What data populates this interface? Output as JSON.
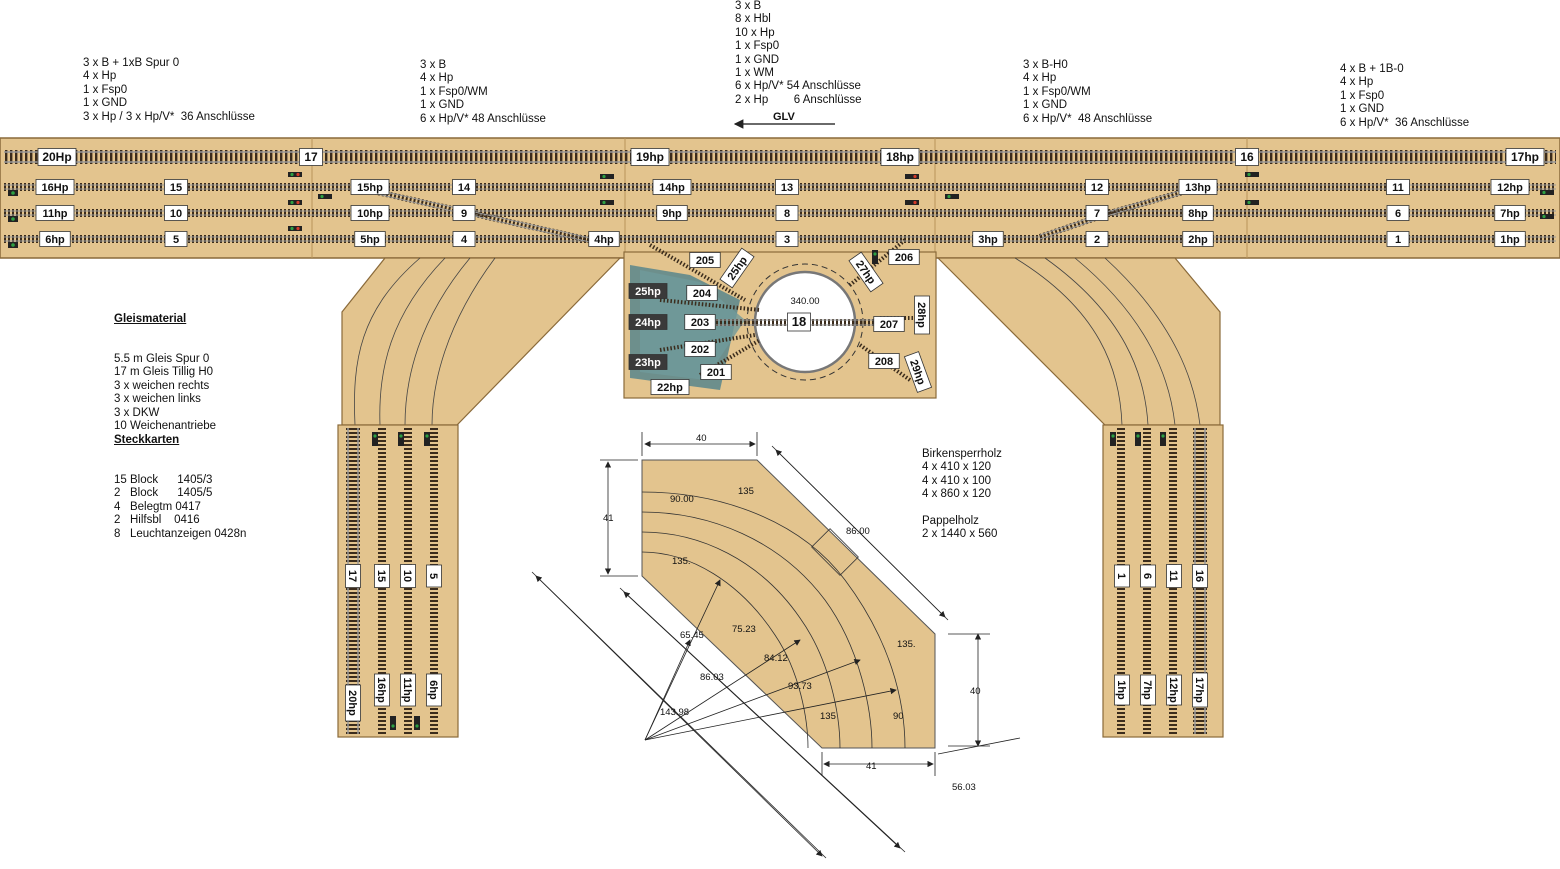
{
  "colors": {
    "board": "#e3c48e",
    "board_edge": "#8a6a3a",
    "plank_line": "#c9a772",
    "track_sleeper": "#3b2c1c",
    "track_rail": "#9a9a9a",
    "fiddle_green": "#5f8a8c",
    "label_bg": "#ffffff",
    "signal_green": "#2ea043",
    "signal_red": "#d43a2a",
    "dim_line": "#222222"
  },
  "module_notes": [
    {
      "id": "m1",
      "lines": [
        "3 x B + 1xB Spur 0",
        "4 x Hp",
        "1 x Fsp0",
        "1 x GND",
        "3 x Hp / 3 x Hp/V*  36 Anschlüsse"
      ]
    },
    {
      "id": "m2",
      "lines": [
        "3 x B",
        "4 x Hp",
        "1 x Fsp0/WM",
        "1 x GND",
        "6 x Hp/V* 48 Anschlüsse"
      ]
    },
    {
      "id": "m3",
      "lines": [
        "3 x B",
        "8 x Hbl",
        "10 x Hp",
        "1 x Fsp0",
        "1 x GND",
        "1 x WM",
        "6 x Hp/V* 54 Anschlüsse",
        "2 x Hp        6 Anschlüsse"
      ]
    },
    {
      "id": "m4",
      "lines": [
        "3 x B-H0",
        "4 x Hp",
        "1 x Fsp0/WM",
        "1 x GND",
        "6 x Hp/V*  48 Anschlüsse"
      ]
    },
    {
      "id": "m5",
      "lines": [
        "4 x B + 1B-0",
        "4 x Hp",
        "1 x Fsp0",
        "1 x GND",
        "6 x Hp/V*  36 Anschlüsse"
      ]
    }
  ],
  "direction_label": "GLV",
  "gleismaterial": {
    "title": "Gleismaterial",
    "lines": [
      "5.5 m Gleis Spur 0",
      "17 m Gleis Tillig H0",
      "3 x weichen rechts",
      "3 x weichen links",
      "3 x DKW",
      "10 Weichenantriebe"
    ]
  },
  "steckkarten": {
    "title": "Steckkarten",
    "lines": [
      "15 Block      1405/3",
      "2   Block      1405/5",
      "4   Belegtm 0417",
      "2   Hilfsbl    0416",
      "8   Leuchtanzeigen 0428n"
    ]
  },
  "wood": {
    "lines": [
      "Birkensperrholz",
      "4 x 410 x 120",
      "4 x 410 x 100",
      "4 x 860 x 120",
      "",
      "Pappelholz",
      "2 x 1440 x 560"
    ]
  },
  "track_labels": {
    "top_row": [
      "20Hp",
      "17",
      "19hp",
      "18hp",
      "16",
      "17hp"
    ],
    "row1": [
      "16Hp",
      "15",
      "15hp",
      "14",
      "14hp",
      "13",
      "12",
      "13hp",
      "11",
      "12hp"
    ],
    "row2": [
      "11hp",
      "10",
      "10hp",
      "9",
      "9hp",
      "8",
      "7",
      "8hp",
      "6",
      "7hp"
    ],
    "row3": [
      "6hp",
      "5",
      "5hp",
      "4",
      "4hp",
      "3",
      "3hp",
      "2",
      "2hp",
      "1",
      "1hp"
    ],
    "turntable": [
      "205",
      "25hp",
      "27hp",
      "206",
      "25hp",
      "204",
      "24hp",
      "203",
      "18",
      "207",
      "28hp",
      "202",
      "23hp",
      "201",
      "22hp",
      "208",
      "29hp",
      "340.00"
    ],
    "left_stub": [
      "17",
      "15",
      "10",
      "5",
      "20hp",
      "16hp",
      "11hp",
      "6hp"
    ],
    "right_stub": [
      "1",
      "6",
      "11",
      "16",
      "1hp",
      "7hp",
      "12hp",
      "17hp"
    ]
  },
  "dimensions": {
    "top_width": "40",
    "left_height": "41",
    "diag_len": "86.00",
    "r90": "90.00",
    "angle1": "135",
    "angle2": "135.",
    "r1": "65.45",
    "r2": "75.23",
    "r3": "84.12",
    "r4": "93.73",
    "r5": "86.03",
    "r6": "143.98",
    "angle3": "135.",
    "right_height": "40",
    "angle4": "135",
    "angle5": "90",
    "bottom_width": "41",
    "bottom_diag": "56.03"
  }
}
